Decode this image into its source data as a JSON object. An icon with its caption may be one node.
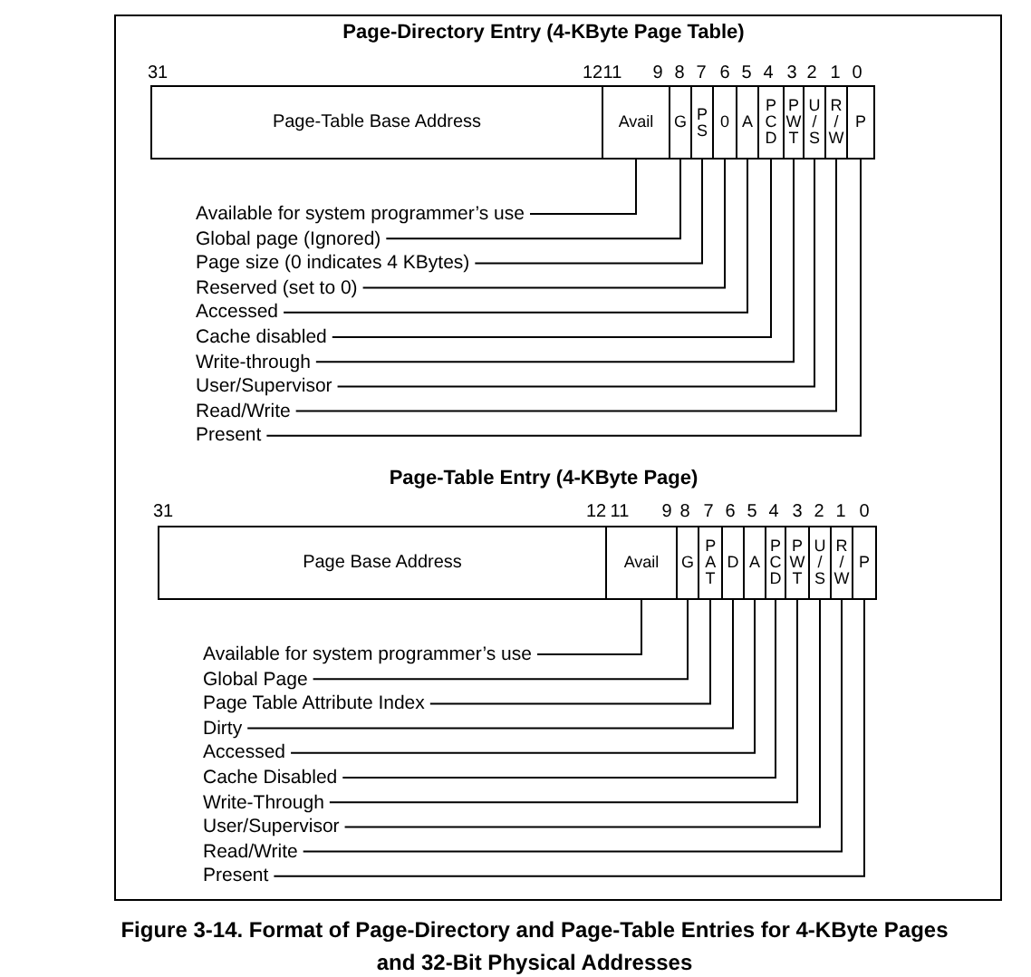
{
  "diagram": {
    "caption": "Figure 3-14.  Format of Page-Directory and Page-Table Entries for 4-KByte Pages and 32-Bit Physical Addresses",
    "nodes": [
      {
        "text": [
          "Page-Table Base Address"
        ]
      },
      {
        "text": [
          "Avail"
        ]
      },
      {
        "text": [
          "G"
        ]
      },
      {
        "text": [
          "P S"
        ]
      },
      {
        "text": [
          "0"
        ]
      },
      {
        "text": [
          "A"
        ]
      },
      {
        "text": [
          "P C D"
        ]
      },
      {
        "text": [
          "P W T"
        ]
      },
      {
        "text": [
          "U / S"
        ]
      },
      {
        "text": [
          "R / W"
        ]
      },
      {
        "text": [
          "P"
        ]
      },
      {
        "text": [
          "Available for system programmer’s use"
        ]
      },
      {
        "text": [
          "Global page (Ignored)"
        ]
      },
      {
        "text": [
          "Page size (0 indicates 4 KBytes)"
        ]
      },
      {
        "text": [
          "Reserved (set to 0)"
        ]
      },
      {
        "text": [
          "Accessed"
        ]
      },
      {
        "text": [
          "Cache disabled"
        ]
      },
      {
        "text": [
          "Write-through"
        ]
      },
      {
        "text": [
          "User/Supervisor"
        ]
      },
      {
        "text": [
          "Read/Write"
        ]
      },
      {
        "text": [
          "Present"
        ]
      },
      {
        "text": [
          "Page Base Address"
        ]
      },
      {
        "text": [
          "Avail"
        ]
      },
      {
        "text": [
          "G"
        ]
      },
      {
        "text": [
          "P A T"
        ]
      },
      {
        "text": [
          "D"
        ]
      },
      {
        "text": [
          "A"
        ]
      },
      {
        "text": [
          "P C D"
        ]
      },
      {
        "text": [
          "P W T"
        ]
      },
      {
        "text": [
          "U / S"
        ]
      },
      {
        "text": [
          "R / W"
        ]
      },
      {
        "text": [
          "P"
        ]
      },
      {
        "text": [
          "Available for system programmer’s use"
        ]
      },
      {
        "text": [
          "Global Page"
        ]
      },
      {
        "text": [
          "Page Table Attribute Index"
        ]
      },
      {
        "text": [
          "Dirty"
        ]
      },
      {
        "text": [
          "Accessed"
        ]
      },
      {
        "text": [
          "Cache Disabled"
        ]
      },
      {
        "text": [
          "Write-Through"
        ]
      },
      {
        "text": [
          "User/Supervisor"
        ]
      },
      {
        "text": [
          "Read/Write"
        ]
      },
      {
        "text": [
          "Present"
        ]
      }
    ],
    "edges": [
      {
        "from": 11,
        "to": 1,
        "arrow": "none"
      },
      {
        "from": 12,
        "to": 2,
        "arrow": "none"
      },
      {
        "from": 13,
        "to": 3,
        "arrow": "none"
      },
      {
        "from": 14,
        "to": 4,
        "arrow": "none"
      },
      {
        "from": 15,
        "to": 5,
        "arrow": "none"
      },
      {
        "from": 16,
        "to": 6,
        "arrow": "none"
      },
      {
        "from": 17,
        "to": 7,
        "arrow": "none"
      },
      {
        "from": 18,
        "to": 8,
        "arrow": "none"
      },
      {
        "from": 19,
        "to": 9,
        "arrow": "none"
      },
      {
        "from": 20,
        "to": 10,
        "arrow": "none"
      },
      {
        "from": 32,
        "to": 22,
        "arrow": "none"
      },
      {
        "from": 33,
        "to": 23,
        "arrow": "none"
      },
      {
        "from": 34,
        "to": 24,
        "arrow": "none"
      },
      {
        "from": 35,
        "to": 25,
        "arrow": "none"
      },
      {
        "from": 36,
        "to": 26,
        "arrow": "none"
      },
      {
        "from": 37,
        "to": 27,
        "arrow": "none"
      },
      {
        "from": 38,
        "to": 28,
        "arrow": "none"
      },
      {
        "from": 39,
        "to": 29,
        "arrow": "none"
      },
      {
        "from": 40,
        "to": 30,
        "arrow": "none"
      },
      {
        "from": 41,
        "to": 31,
        "arrow": "none"
      }
    ],
    "labels": [
      "Page-Directory Entry (4-KByte Page Table)",
      "31",
      "12",
      "11",
      "9",
      "8",
      "7",
      "6",
      "5",
      "4",
      "3",
      "2",
      "1",
      "0",
      "Page-Table Entry (4-KByte Page)",
      "31",
      "12",
      "11",
      "9",
      "8",
      "7",
      "6",
      "5",
      "4",
      "3",
      "2",
      "1",
      "0"
    ]
  }
}
